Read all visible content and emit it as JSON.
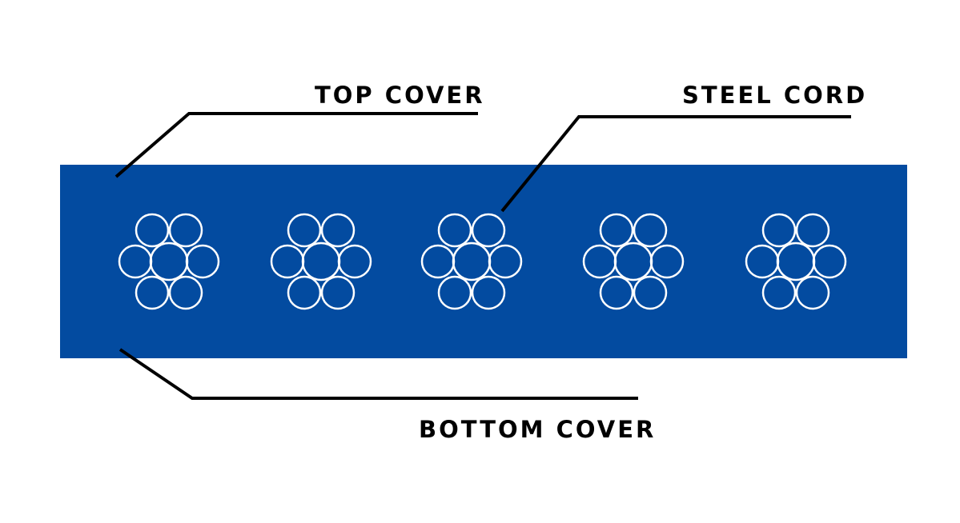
{
  "labels": {
    "top_cover": "TOP  COVER",
    "steel_cord": "STEEL CORD",
    "bottom_cover": "BOTTOM COVER"
  },
  "colors": {
    "belt": "#034ba0",
    "cord_outline": "#ffffff",
    "leader_line": "#000000",
    "text": "#000000"
  },
  "cords": {
    "count": 5,
    "wires_per_strand": 7
  }
}
